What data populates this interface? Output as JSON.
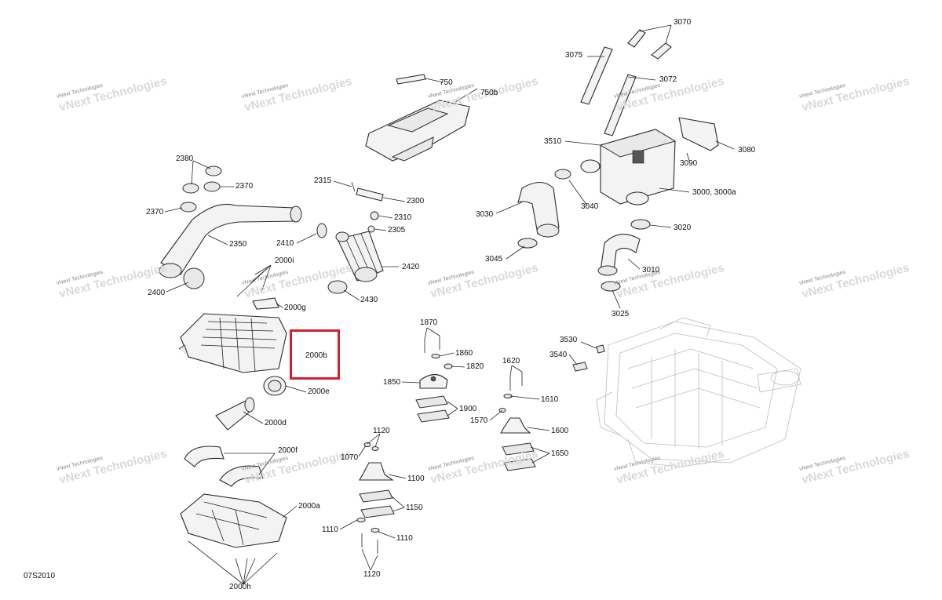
{
  "diagram": {
    "code": "07S2010",
    "watermark": {
      "line1": "vNext Technologies",
      "line2": "vNext Technologies"
    },
    "highlight_label": "2000b",
    "labels": [
      "750",
      "750b",
      "3070",
      "3075",
      "3072",
      "3510",
      "3080",
      "3090",
      "3000, 3000a",
      "3040",
      "3030",
      "3020",
      "3045",
      "3010",
      "3025",
      "2380",
      "2370",
      "2370",
      "2350",
      "2400",
      "2315",
      "2300",
      "2310",
      "2305",
      "2410",
      "2420",
      "2430",
      "2000i",
      "2000g",
      "2000b",
      "2000e",
      "2000d",
      "2000f",
      "2000a",
      "2000h",
      "1870",
      "1860",
      "1820",
      "1850",
      "1900",
      "1620",
      "1610",
      "1570",
      "1600",
      "1650",
      "3530",
      "3540",
      "1120",
      "1070",
      "1100",
      "1150",
      "1110",
      "1110",
      "1120"
    ]
  }
}
